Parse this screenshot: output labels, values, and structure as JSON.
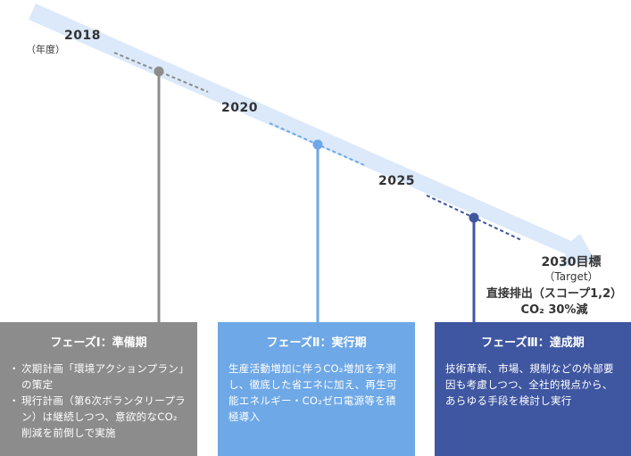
{
  "timeline": {
    "unit_label": "（年度）",
    "years": [
      "2018",
      "2020",
      "2025"
    ],
    "target": {
      "year_label": "2030目標",
      "sub_label": "（Target）",
      "goal_line1": "直接排出（スコープ1,2）",
      "goal_line2": "CO₂ 30%減"
    }
  },
  "phases": [
    {
      "title": "フェーズⅠ：準備期",
      "color": "#8c8c8c",
      "items": [
        "次期計画「環境アクションプラン」の策定",
        "現行計画（第6次ボランタリープラン）は継続しつつ、意欲的なCO₂削減を前倒しで実施"
      ]
    },
    {
      "title": "フェーズⅡ：実行期",
      "color": "#6ea8e6",
      "text": "生産活動増加に伴うCO₂増加を予測し、徹底した省エネに加え、再生可能エネルギー・CO₂ゼロ電源等を積極導入"
    },
    {
      "title": "フェーズⅢ：達成期",
      "color": "#3f56a0",
      "text": "技術革新、市場、規制などの外部要因も考慮しつつ、全社的視点から、あらゆる手段を検討し実行"
    }
  ],
  "colors": {
    "arrow": "#dbe9fa",
    "phase1": "#8c8c8c",
    "phase2": "#6ea8e6",
    "phase3": "#3f56a0"
  }
}
